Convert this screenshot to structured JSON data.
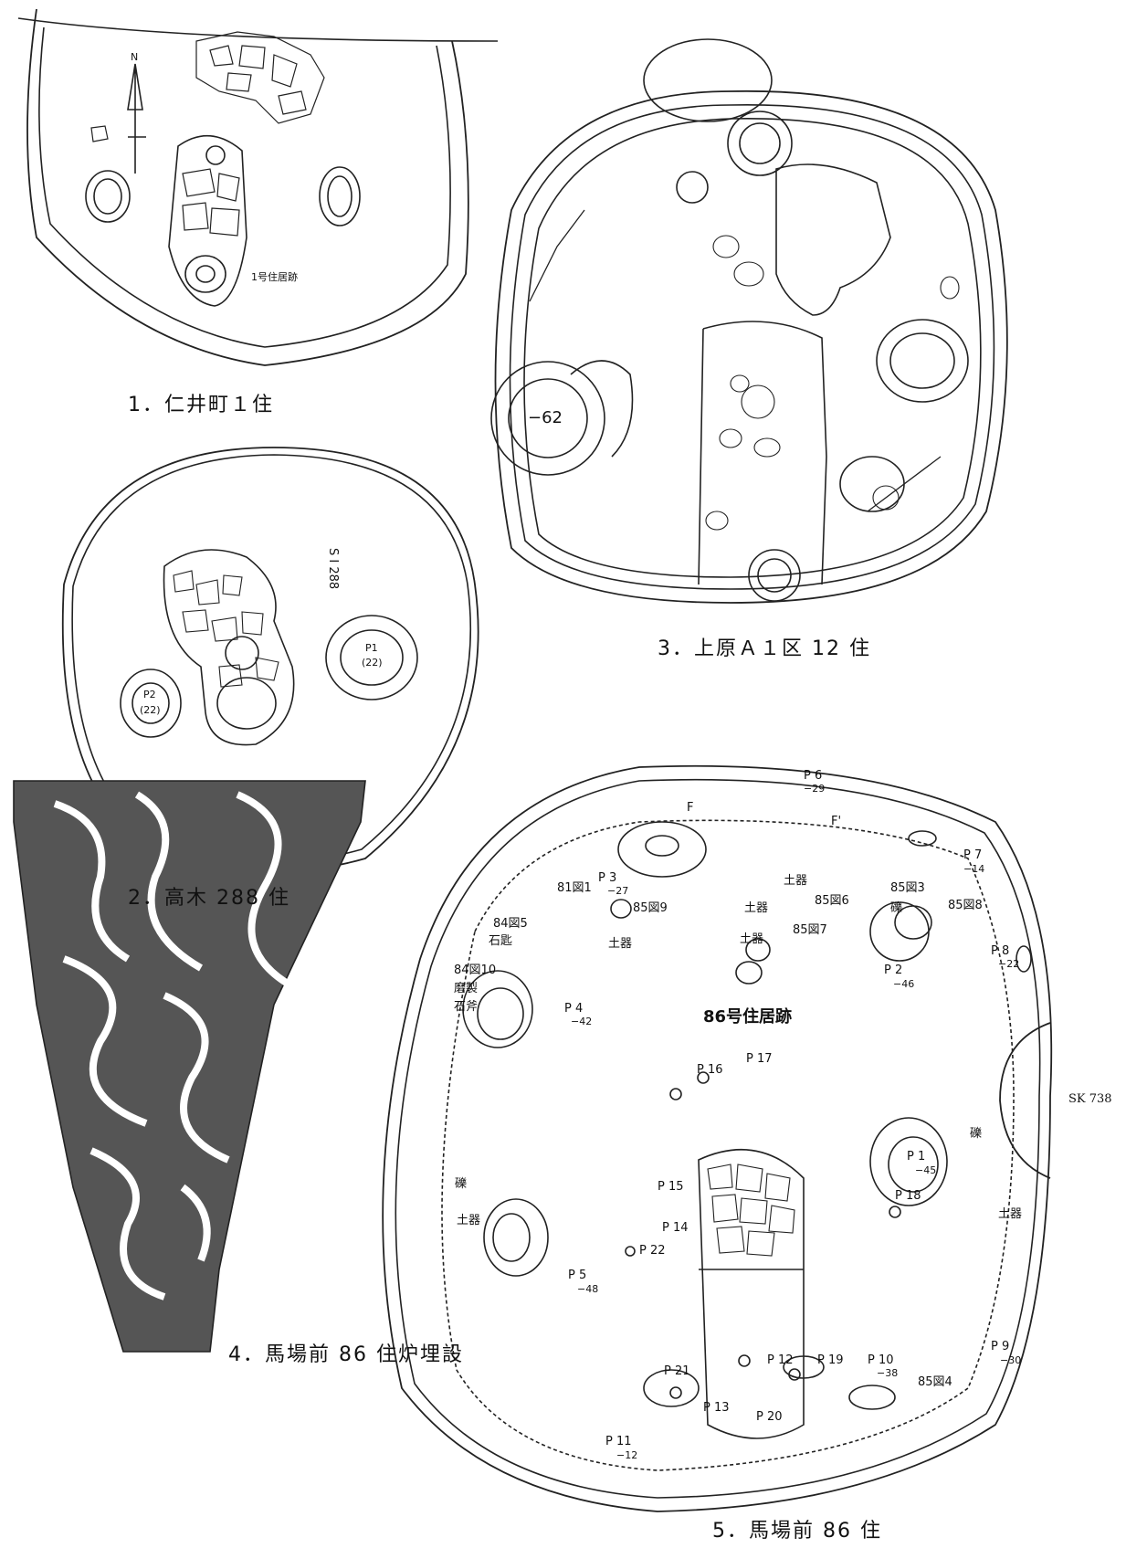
{
  "captions": {
    "fig1": "1．仁井町１住",
    "fig2": "2．高木 288 住",
    "fig3": "3．上原Ａ１区 12 住",
    "fig4": "4．馬場前 86 住炉埋設",
    "fig5": "5．馬場前 86 住"
  },
  "fig1": {
    "north": "N",
    "dwelling_label": "1号住居跡"
  },
  "fig2": {
    "site_label": "S I 288",
    "p1": "P1",
    "p1_depth": "(22)",
    "p2": "P2",
    "p2_depth": "(22)"
  },
  "fig3": {
    "pit_depth": "−62"
  },
  "fig5": {
    "title": "86号住居跡",
    "sk": "SK 738",
    "labels": [
      {
        "id": "p6",
        "text": "P 6"
      },
      {
        "id": "p6d",
        "text": "−29"
      },
      {
        "id": "f1",
        "text": "F"
      },
      {
        "id": "f2",
        "text": "F'"
      },
      {
        "id": "p7",
        "text": "P 7"
      },
      {
        "id": "p7d",
        "text": "−14"
      },
      {
        "id": "p3",
        "text": "P 3"
      },
      {
        "id": "p3d",
        "text": "−27"
      },
      {
        "id": "z81_1",
        "text": "81図1"
      },
      {
        "id": "z85_9",
        "text": "85図9"
      },
      {
        "id": "doki1",
        "text": "土器"
      },
      {
        "id": "z85_6",
        "text": "85図6"
      },
      {
        "id": "doki2",
        "text": "土器"
      },
      {
        "id": "z85_7",
        "text": "85図7"
      },
      {
        "id": "doki3",
        "text": "土器"
      },
      {
        "id": "doki4",
        "text": "土器"
      },
      {
        "id": "z85_3",
        "text": "85図3"
      },
      {
        "id": "reki1",
        "text": "礫"
      },
      {
        "id": "z85_8",
        "text": "85図8"
      },
      {
        "id": "p2",
        "text": "P 2"
      },
      {
        "id": "p2d",
        "text": "−46"
      },
      {
        "id": "p8",
        "text": "P 8"
      },
      {
        "id": "p8d",
        "text": "−22"
      },
      {
        "id": "z84_5",
        "text": "84図5"
      },
      {
        "id": "ishisaji",
        "text": "石匙"
      },
      {
        "id": "z84_10",
        "text": "84図10"
      },
      {
        "id": "masei",
        "text": "磨製"
      },
      {
        "id": "sekifu",
        "text": "石斧"
      },
      {
        "id": "p4",
        "text": "P 4"
      },
      {
        "id": "p4d",
        "text": "−42"
      },
      {
        "id": "p16",
        "text": "P 16"
      },
      {
        "id": "p17",
        "text": "P 17"
      },
      {
        "id": "reki2",
        "text": "礫"
      },
      {
        "id": "p1",
        "text": "P 1"
      },
      {
        "id": "p1d",
        "text": "−45"
      },
      {
        "id": "p18",
        "text": "P 18"
      },
      {
        "id": "doki5",
        "text": "土器"
      },
      {
        "id": "reki3",
        "text": "礫"
      },
      {
        "id": "doki6",
        "text": "土器"
      },
      {
        "id": "p15",
        "text": "P 15"
      },
      {
        "id": "p14",
        "text": "P 14"
      },
      {
        "id": "p22",
        "text": "P 22"
      },
      {
        "id": "p5",
        "text": "P 5"
      },
      {
        "id": "p5d",
        "text": "−48"
      },
      {
        "id": "z85_4",
        "text": "85図4"
      },
      {
        "id": "p9",
        "text": "P 9"
      },
      {
        "id": "p9d",
        "text": "−30"
      },
      {
        "id": "p10",
        "text": "P 10"
      },
      {
        "id": "p10d",
        "text": "−38"
      },
      {
        "id": "p12",
        "text": "P 12"
      },
      {
        "id": "p19",
        "text": "P 19"
      },
      {
        "id": "p21",
        "text": "P 21"
      },
      {
        "id": "p13",
        "text": "P 13"
      },
      {
        "id": "p20",
        "text": "P 20"
      },
      {
        "id": "p11",
        "text": "P 11"
      },
      {
        "id": "p11d",
        "text": "−12"
      }
    ]
  }
}
